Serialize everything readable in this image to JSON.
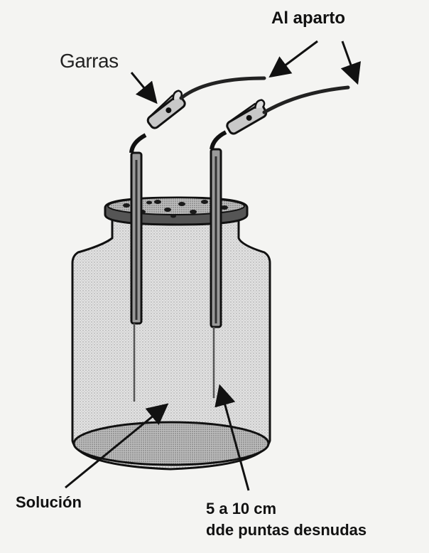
{
  "labels": {
    "garras": "Garras",
    "al_aparto": "Al aparto",
    "solucion": "Solución",
    "longitud": "5 a 10 cm",
    "puntas": "dde puntas desnudas"
  }
}
